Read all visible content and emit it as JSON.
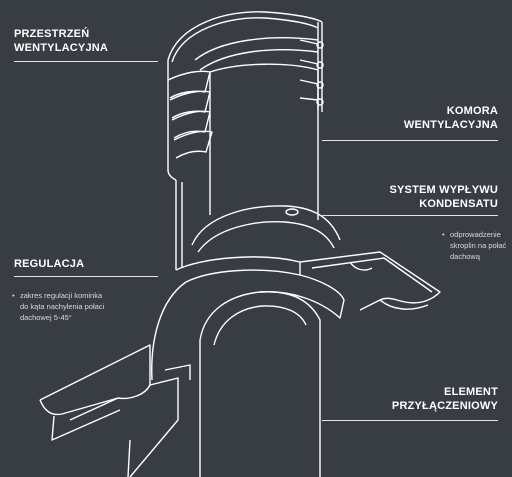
{
  "labels": {
    "przestrzen": "PRZESTRZEŃ\nWENTYLACYJNA",
    "komora": "KOMORA\nWENTYLACYJNA",
    "system": "SYSTEM WYPŁYWU\nKONDENSATU",
    "regulacja": "REGULACJA",
    "element": "ELEMENT\nPRZYŁĄCZENIOWY"
  },
  "notes": {
    "system": "odprowadzenie\nskroplin na połać\ndachową",
    "regulacja": "zakres regulacji kominka\ndo kąta nachylenia połaci\ndachowej 5-45°"
  },
  "colors": {
    "background": "#383d44",
    "line": "#ffffff"
  }
}
